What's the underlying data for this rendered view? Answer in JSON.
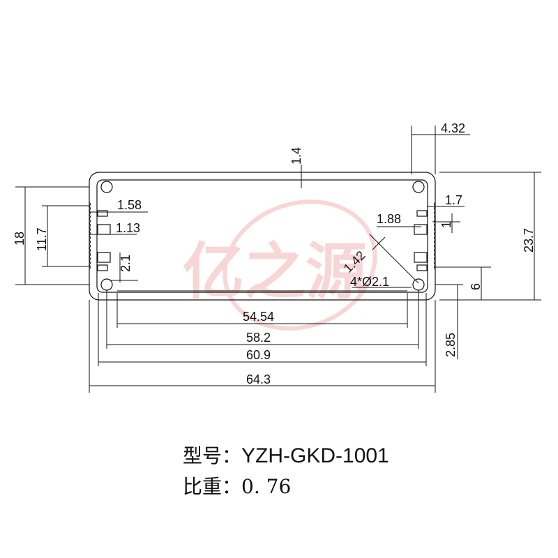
{
  "drawing": {
    "watermark": "亿之源",
    "dimensions": {
      "top_wall": "1.4",
      "right_slot_width": "4.32",
      "total_height": "23.7",
      "left_outer_height": "18",
      "left_inner_height": "11.7",
      "left_fin_top": "1.58",
      "left_fin_width": "1.13",
      "left_fin_gap": "2.1",
      "right_fin_gap": "1.7",
      "right_fin_top": "1.88",
      "right_fin_thickness": "1",
      "chamfer": "1.42",
      "hole_spec": "4*Ø2.1",
      "bottom_offset": "6",
      "bottom_wall": "2.85",
      "width_inner": "54.54",
      "width_slot": "58.2",
      "width_inner_outer": "60.9",
      "width_total": "64.3"
    }
  },
  "caption": {
    "model_label": "型号：",
    "model_value": "YZH-GKD-1001",
    "weight_label": "比重：",
    "weight_value": "0. 76"
  }
}
